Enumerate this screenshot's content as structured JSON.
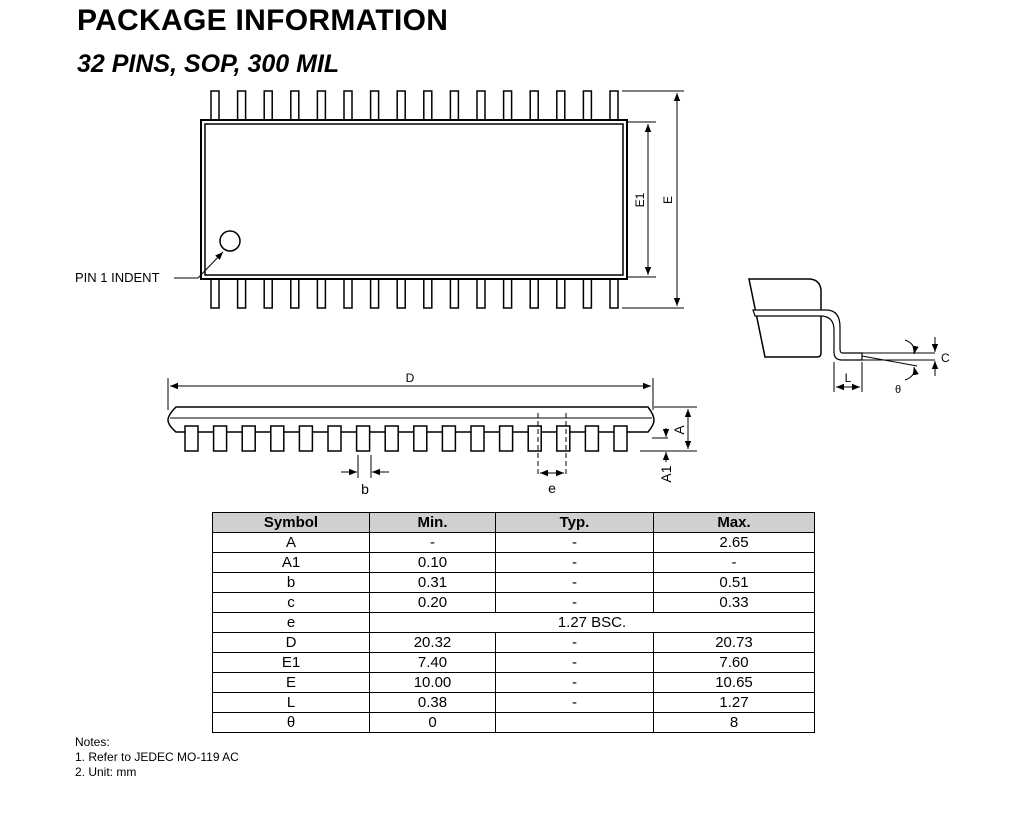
{
  "header": {
    "title": "PACKAGE INFORMATION",
    "subtitle": "32 PINS, SOP, 300 MIL"
  },
  "drawing": {
    "top_view": {
      "pin1_label": "PIN 1 INDENT",
      "dim_e1_label": "E1",
      "dim_e_label": "E",
      "pins_per_side": 16
    },
    "side_view": {
      "dim_d_label": "D",
      "dim_a_label": "A",
      "dim_a1_label": "A1",
      "dim_b_label": "b",
      "dim_e_pitch_label": "e"
    },
    "lead_view": {
      "dim_c_label": "C",
      "dim_l_label": "L",
      "theta_label": "θ"
    }
  },
  "table": {
    "headers": [
      "Symbol",
      "Min.",
      "Typ.",
      "Max."
    ],
    "rows": [
      [
        "A",
        "-",
        "-",
        "2.65"
      ],
      [
        "A1",
        "0.10",
        "-",
        "-"
      ],
      [
        "b",
        "0.31",
        "-",
        "0.51"
      ],
      [
        "c",
        "0.20",
        "-",
        "0.33"
      ],
      [
        "e",
        "1.27 BSC."
      ],
      [
        "D",
        "20.32",
        "-",
        "20.73"
      ],
      [
        "E1",
        "7.40",
        "-",
        "7.60"
      ],
      [
        "E",
        "10.00",
        "-",
        "10.65"
      ],
      [
        "L",
        "0.38",
        "-",
        "1.27"
      ],
      [
        "θ",
        "0",
        "",
        "8"
      ]
    ]
  },
  "notes": {
    "heading": "Notes:",
    "items": [
      "1.  Refer to JEDEC MO-119 AC",
      "2.  Unit: mm"
    ]
  }
}
